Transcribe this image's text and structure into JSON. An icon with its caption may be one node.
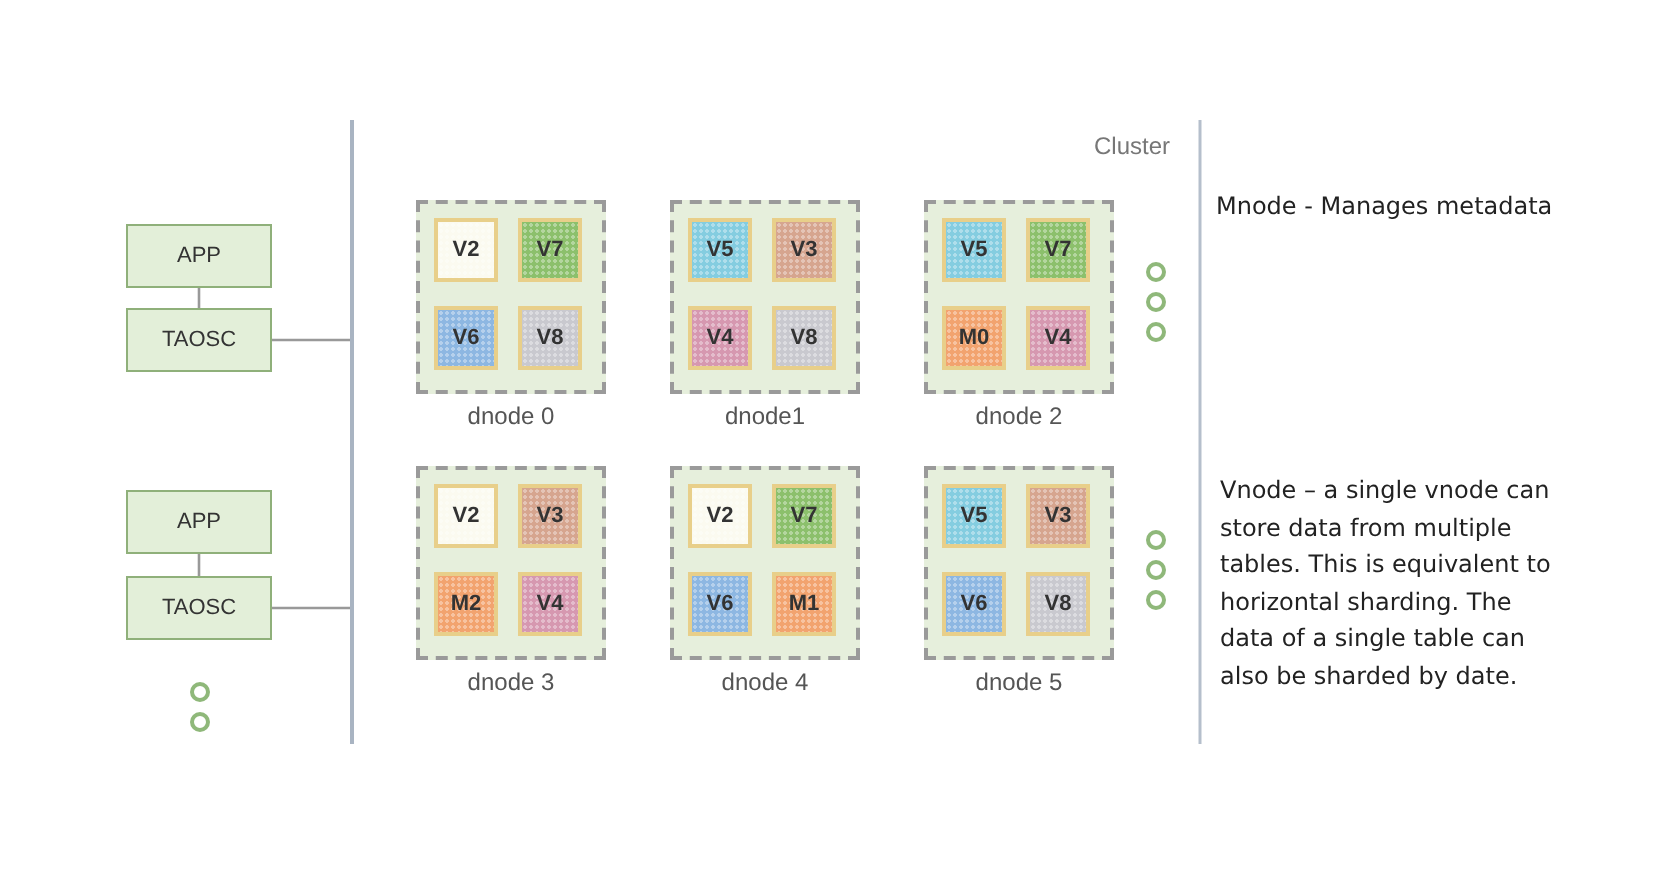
{
  "diagram": {
    "nodes": [
      {
        "text": [
          "APP"
        ]
      },
      {
        "text": [
          "TAOSC"
        ]
      },
      {
        "text": [
          "APP"
        ]
      },
      {
        "text": [
          "TAOSC"
        ]
      },
      {
        "text": [],
        "shape": "bar"
      },
      {
        "text": [
          "dnode 0"
        ]
      },
      {
        "text": [
          "V2"
        ],
        "in": 5
      },
      {
        "text": [
          "V7"
        ],
        "in": 5
      },
      {
        "text": [
          "V6"
        ],
        "in": 5
      },
      {
        "text": [
          "V8"
        ],
        "in": 5
      },
      {
        "text": [
          "dnode1"
        ]
      },
      {
        "text": [
          "V5"
        ],
        "in": 10
      },
      {
        "text": [
          "V3"
        ],
        "in": 10
      },
      {
        "text": [
          "V4"
        ],
        "in": 10
      },
      {
        "text": [
          "V8"
        ],
        "in": 10
      },
      {
        "text": [
          "dnode 2"
        ]
      },
      {
        "text": [
          "V5"
        ],
        "in": 15
      },
      {
        "text": [
          "V7"
        ],
        "in": 15
      },
      {
        "text": [
          "M0"
        ],
        "in": 15
      },
      {
        "text": [
          "V4"
        ],
        "in": 15
      },
      {
        "text": [
          "dnode 3"
        ]
      },
      {
        "text": [
          "V2"
        ],
        "in": 20
      },
      {
        "text": [
          "V3"
        ],
        "in": 20
      },
      {
        "text": [
          "M2"
        ],
        "in": 20
      },
      {
        "text": [
          "V4"
        ],
        "in": 20
      },
      {
        "text": [
          "dnode 4"
        ]
      },
      {
        "text": [
          "V2"
        ],
        "in": 25
      },
      {
        "text": [
          "V7"
        ],
        "in": 25
      },
      {
        "text": [
          "V6"
        ],
        "in": 25
      },
      {
        "text": [
          "M1"
        ],
        "in": 25
      },
      {
        "text": [
          "dnode 5"
        ]
      },
      {
        "text": [
          "V5"
        ],
        "in": 30
      },
      {
        "text": [
          "V3"
        ],
        "in": 30
      },
      {
        "text": [
          "V6"
        ],
        "in": 30
      },
      {
        "text": [
          "V8"
        ],
        "in": 30
      }
    ],
    "edges": [
      {
        "from": 0,
        "to": 1,
        "arrow": "none"
      },
      {
        "from": 1,
        "to": 4,
        "arrow": "none"
      },
      {
        "from": 2,
        "to": 3,
        "arrow": "none"
      },
      {
        "from": 3,
        "to": 4,
        "arrow": "none"
      }
    ],
    "labels": [
      "Cluster",
      "Mnode - Manages metadata",
      "Vnode – a single vnode can store data from multiple tables. This is equivalent to horizontal sharding. The data of a single table can also be sharded by date."
    ]
  }
}
